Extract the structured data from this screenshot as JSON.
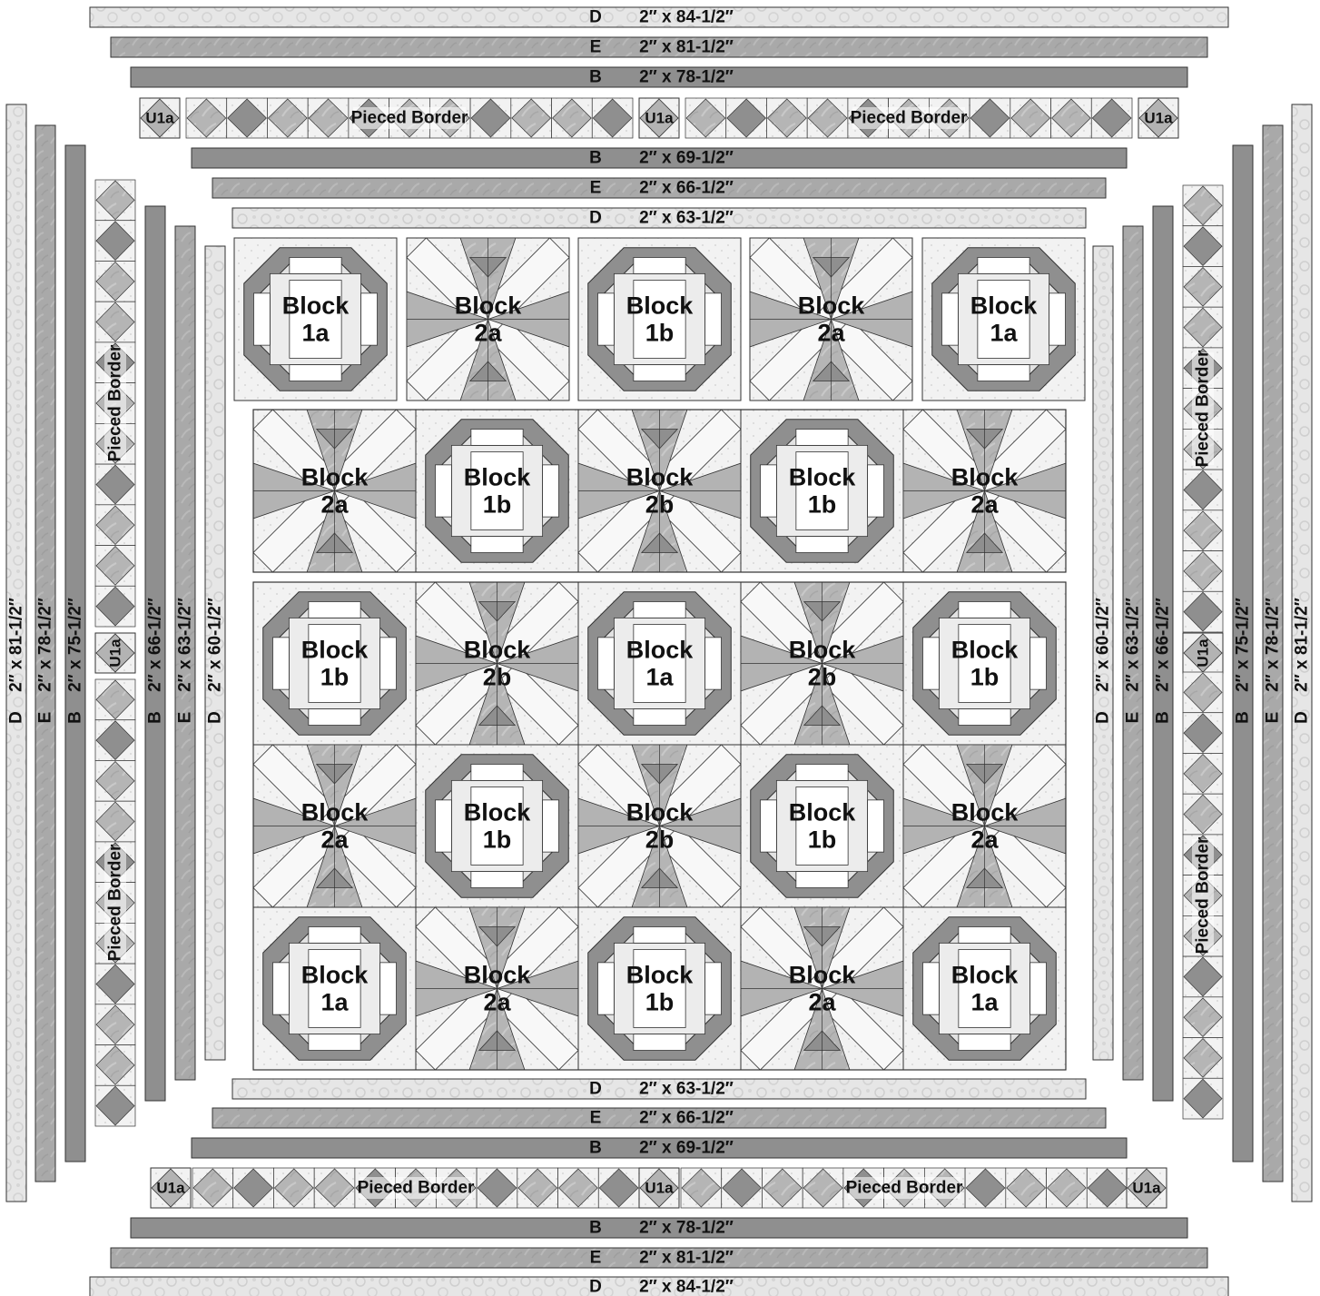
{
  "colors": {
    "dark": "#8f8f8f",
    "medium": "#b3b3b3",
    "light": "#e2e2e2",
    "paper": "#f4f4f4",
    "white": "#ffffff",
    "outline": "#333333"
  },
  "strips": {
    "top_d": {
      "letter": "D",
      "size": "2″ x 84-1/2″"
    },
    "top_e": {
      "letter": "E",
      "size": "2″ x 81-1/2″"
    },
    "top_b": {
      "letter": "B",
      "size": "2″ x 78-1/2″"
    },
    "top_b_inner": {
      "letter": "B",
      "size": "2″ x 69-1/2″"
    },
    "top_e_inner": {
      "letter": "E",
      "size": "2″ x 66-1/2″"
    },
    "top_d_inner": {
      "letter": "D",
      "size": "2″ x 63-1/2″"
    },
    "bottom_d_inner": {
      "letter": "D",
      "size": "2″ x 63-1/2″"
    },
    "bottom_e_inner": {
      "letter": "E",
      "size": "2″ x 66-1/2″"
    },
    "bottom_b_inner": {
      "letter": "B",
      "size": "2″ x 69-1/2″"
    },
    "bottom_b": {
      "letter": "B",
      "size": "2″ x 78-1/2″"
    },
    "bottom_e": {
      "letter": "E",
      "size": "2″ x 81-1/2″"
    },
    "bottom_d": {
      "letter": "D",
      "size": "2″ x 84-1/2″"
    },
    "left_d": {
      "letter": "D",
      "size": "2″ x 81-1/2″"
    },
    "left_e": {
      "letter": "E",
      "size": "2″ x 78-1/2″"
    },
    "left_b": {
      "letter": "B",
      "size": "2″ x 75-1/2″"
    },
    "left_b_inner": {
      "letter": "B",
      "size": "2″ x 66-1/2″"
    },
    "left_e_inner": {
      "letter": "E",
      "size": "2″ x 63-1/2″"
    },
    "left_d_inner": {
      "letter": "D",
      "size": "2″ x 60-1/2″"
    },
    "right_d_inner": {
      "letter": "D",
      "size": "2″ x 60-1/2″"
    },
    "right_e_inner": {
      "letter": "E",
      "size": "2″ x 63-1/2″"
    },
    "right_b_inner": {
      "letter": "B",
      "size": "2″ x 66-1/2″"
    },
    "right_b": {
      "letter": "B",
      "size": "2″ x 75-1/2″"
    },
    "right_e": {
      "letter": "E",
      "size": "2″ x 78-1/2″"
    },
    "right_d": {
      "letter": "D",
      "size": "2″ x 81-1/2″"
    }
  },
  "pieced_border_label": "Pieced Border",
  "unit_label": "U1a",
  "block_word": "Block",
  "block_rows": [
    [
      "1a",
      "2a",
      "1b",
      "2a",
      "1a"
    ],
    [
      "2a",
      "1b",
      "2b",
      "1b",
      "2a"
    ],
    [
      "1b",
      "2b",
      "1a",
      "2b",
      "1b"
    ],
    [
      "2a",
      "1b",
      "2b",
      "1b",
      "2a"
    ],
    [
      "1a",
      "2a",
      "1b",
      "2a",
      "1a"
    ]
  ]
}
